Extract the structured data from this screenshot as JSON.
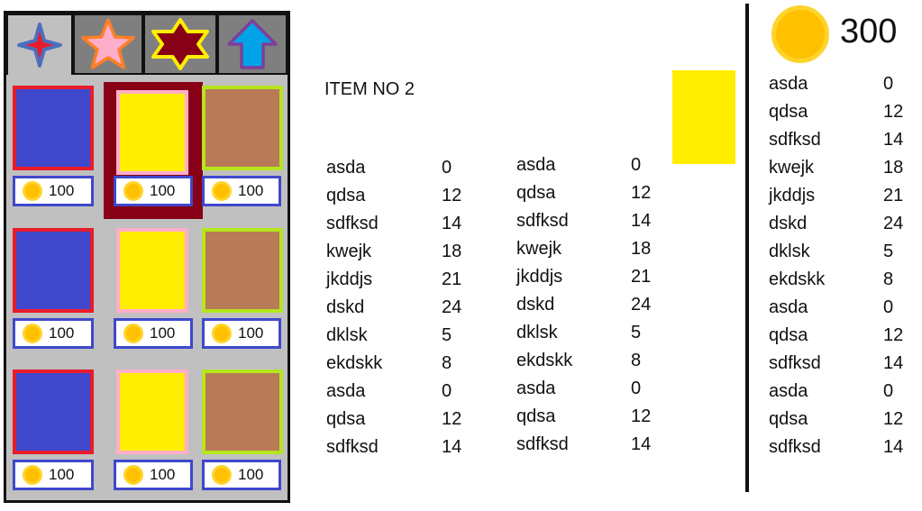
{
  "shop": {
    "tabs": [
      {
        "name": "four-point-star",
        "icon": "sparkle-star-icon",
        "fill": "#e81c2b",
        "stroke": "#4a6fbf"
      },
      {
        "name": "five-point-star",
        "icon": "pink-star-icon",
        "fill": "#ffaec9",
        "stroke": "#ff7f27"
      },
      {
        "name": "six-point-star",
        "icon": "hexagram-icon",
        "fill": "#880015",
        "stroke": "#ffee00"
      },
      {
        "name": "up-arrow",
        "icon": "up-arrow-icon",
        "fill": "#00a2e8",
        "stroke": "#7f3f98"
      }
    ],
    "items": [
      {
        "fill": "#3f48cc",
        "border": "#e81c2b",
        "price": "100"
      },
      {
        "fill": "#ffee00",
        "border": "#ffaec9",
        "price": "100"
      },
      {
        "fill": "#b97a57",
        "border": "#b5e61d",
        "price": "100"
      },
      {
        "fill": "#3f48cc",
        "border": "#e81c2b",
        "price": "100"
      },
      {
        "fill": "#ffee00",
        "border": "#ffaec9",
        "price": "100"
      },
      {
        "fill": "#b97a57",
        "border": "#b5e61d",
        "price": "100"
      },
      {
        "fill": "#3f48cc",
        "border": "#e81c2b",
        "price": "100"
      },
      {
        "fill": "#ffee00",
        "border": "#ffaec9",
        "price": "100"
      },
      {
        "fill": "#b97a57",
        "border": "#b5e61d",
        "price": "100"
      }
    ],
    "selected_index": 1,
    "selection_color": "#880015"
  },
  "detail": {
    "title": "ITEM NO 2",
    "swatch_color": "#ffee00",
    "stats_left": [
      [
        "asda",
        "0"
      ],
      [
        "qdsa",
        "12"
      ],
      [
        "sdfksd",
        "14"
      ],
      [
        "kwejk",
        "18"
      ],
      [
        "jkddjs",
        "21"
      ],
      [
        "dskd",
        "24"
      ],
      [
        "dklsk",
        "5"
      ],
      [
        "ekdskk",
        "8"
      ],
      [
        "asda",
        "0"
      ],
      [
        "qdsa",
        "12"
      ],
      [
        "sdfksd",
        "14"
      ]
    ],
    "stats_right": [
      [
        "asda",
        "0"
      ],
      [
        "qdsa",
        "12"
      ],
      [
        "sdfksd",
        "14"
      ],
      [
        "kwejk",
        "18"
      ],
      [
        "jkddjs",
        "21"
      ],
      [
        "dskd",
        "24"
      ],
      [
        "dklsk",
        "5"
      ],
      [
        "ekdskk",
        "8"
      ],
      [
        "asda",
        "0"
      ],
      [
        "qdsa",
        "12"
      ],
      [
        "sdfksd",
        "14"
      ]
    ]
  },
  "wallet": {
    "balance": "300",
    "icon": "coin-icon",
    "stats": [
      [
        "asda",
        "0"
      ],
      [
        "qdsa",
        "12"
      ],
      [
        "sdfksd",
        "14"
      ],
      [
        "kwejk",
        "18"
      ],
      [
        "jkddjs",
        "21"
      ],
      [
        "dskd",
        "24"
      ],
      [
        "dklsk",
        "5"
      ],
      [
        "ekdskk",
        "8"
      ],
      [
        "asda",
        "0"
      ],
      [
        "qdsa",
        "12"
      ],
      [
        "sdfksd",
        "14"
      ],
      [
        "asda",
        "0"
      ],
      [
        "qdsa",
        "12"
      ],
      [
        "sdfksd",
        "14"
      ]
    ]
  }
}
